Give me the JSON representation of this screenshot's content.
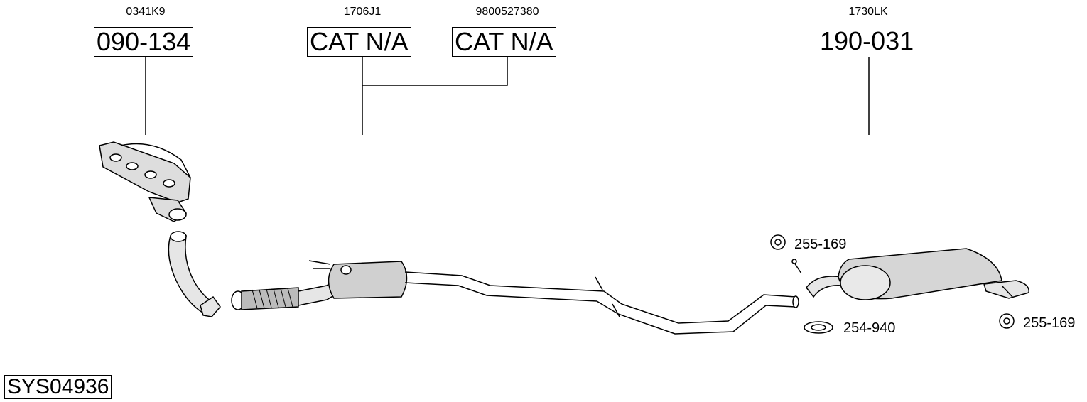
{
  "parts": [
    {
      "oem": "0341K9",
      "code": "090-134",
      "boxed": true
    },
    {
      "oem": "1706J1",
      "code": "CAT N/A",
      "boxed": true
    },
    {
      "oem": "9800527380",
      "code": "CAT N/A",
      "boxed": true
    },
    {
      "oem": "1730LK",
      "code": "190-031",
      "boxed": false
    }
  ],
  "accessories": [
    {
      "code": "255-169"
    },
    {
      "code": "254-940"
    },
    {
      "code": "255-169"
    }
  ],
  "system_id": "SYS04936"
}
